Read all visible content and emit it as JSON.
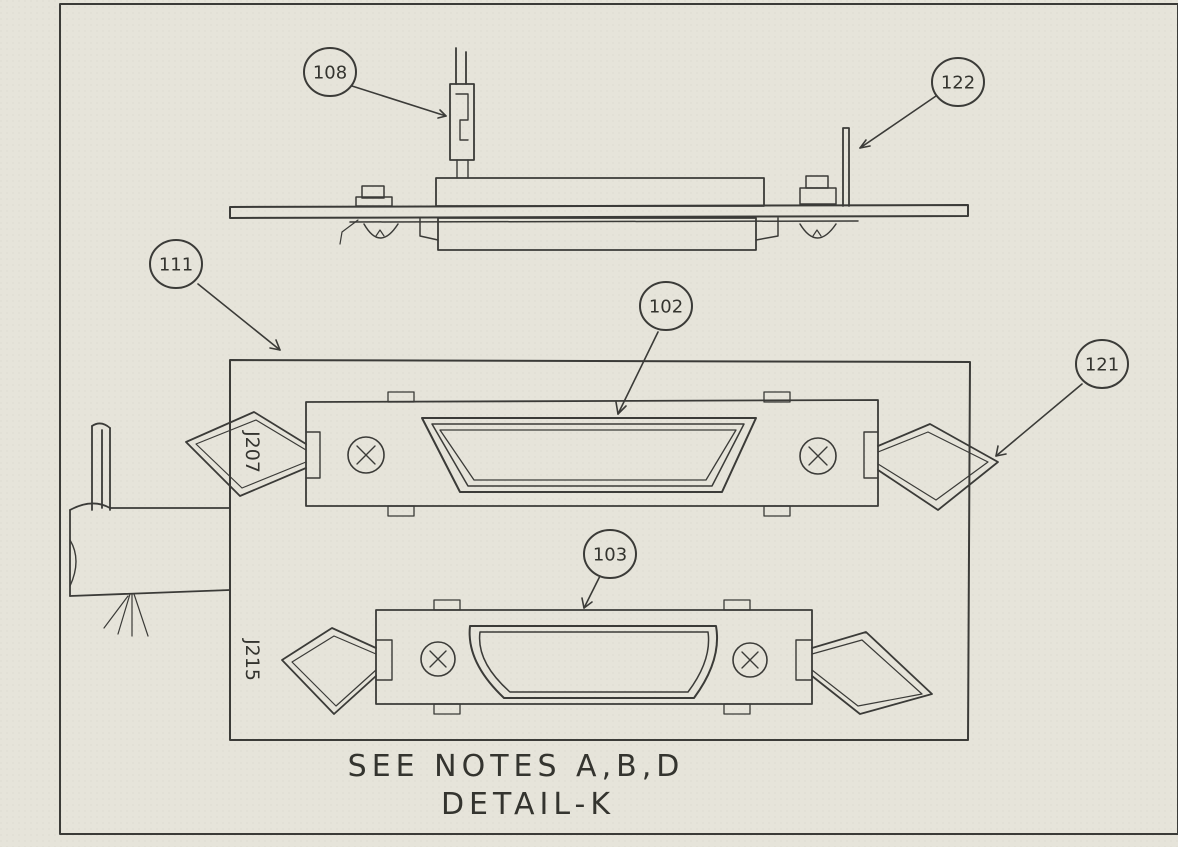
{
  "drawing": {
    "callouts": [
      {
        "id": "c108",
        "label": "108"
      },
      {
        "id": "c122",
        "label": "122"
      },
      {
        "id": "c111",
        "label": "111"
      },
      {
        "id": "c102",
        "label": "102"
      },
      {
        "id": "c121",
        "label": "121"
      },
      {
        "id": "c103",
        "label": "103"
      }
    ],
    "reference_designators": [
      "J207",
      "J215"
    ],
    "notes_line": "SEE NOTES A,B,D",
    "detail_title": "DETAIL-K"
  }
}
